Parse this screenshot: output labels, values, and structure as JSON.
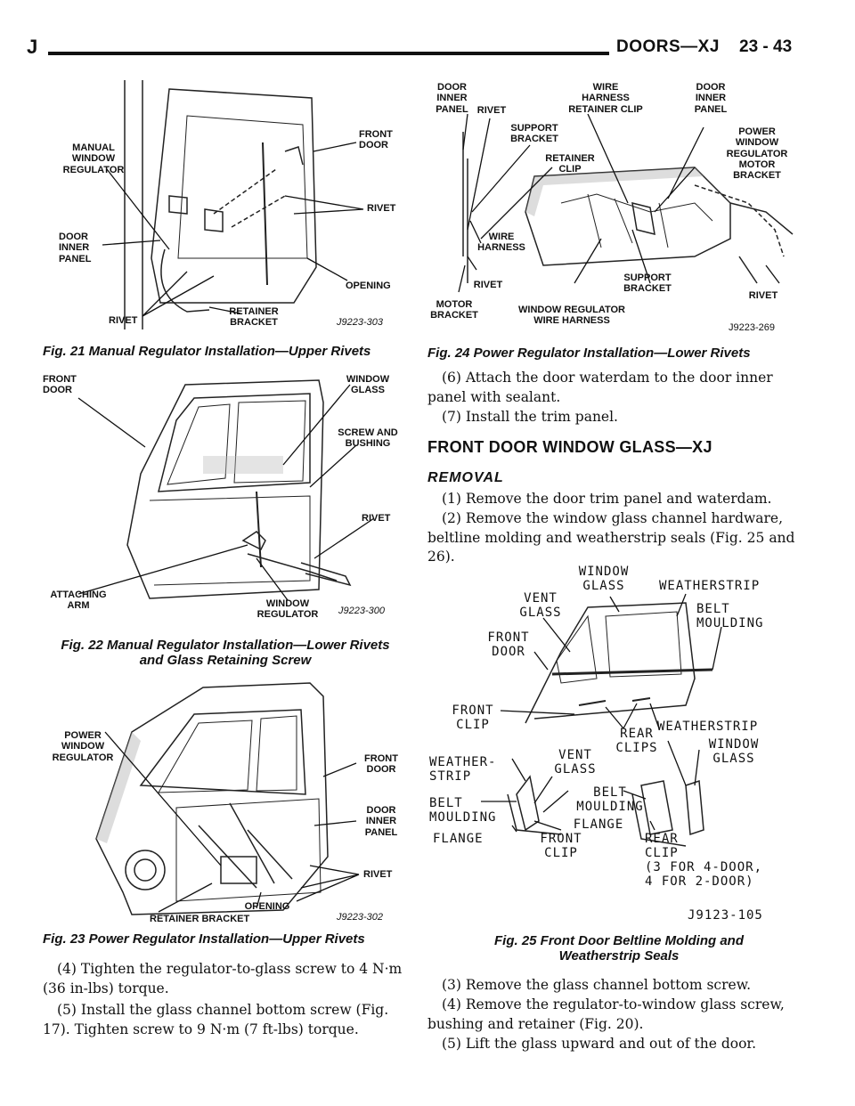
{
  "header": {
    "letter": "J",
    "title": "DOORS—XJ",
    "page": "23 - 43"
  },
  "fig21": {
    "caption": "Fig. 21 Manual Regulator Installation—Upper Rivets",
    "labels": {
      "manual_window_regulator": "MANUAL\nWINDOW\nREGULATOR",
      "front_door": "FRONT\nDOOR",
      "rivet_right": "RIVET",
      "door_inner_panel": "DOOR\nINNER\nPANEL",
      "opening": "OPENING",
      "rivet_bottom": "RIVET",
      "retainer_bracket": "RETAINER\nBRACKET",
      "code": "J9223-303"
    }
  },
  "fig22": {
    "caption": "Fig. 22 Manual Regulator Installation—Lower Rivets\nand Glass Retaining Screw",
    "labels": {
      "front_door": "FRONT\nDOOR",
      "window_glass": "WINDOW\nGLASS",
      "screw_and_bushing": "SCREW AND\nBUSHING",
      "rivet": "RIVET",
      "attaching_arm": "ATTACHING\nARM",
      "window_regulator": "WINDOW\nREGULATOR",
      "code": "J9223-300"
    }
  },
  "fig23": {
    "caption": "Fig. 23 Power Regulator Installation—Upper Rivets",
    "labels": {
      "power_window_regulator": "POWER\nWINDOW\nREGULATOR",
      "front_door": "FRONT\nDOOR",
      "door_inner_panel": "DOOR\nINNER\nPANEL",
      "rivet": "RIVET",
      "opening": "OPENING",
      "retainer_bracket": "RETAINER BRACKET",
      "code": "J9223-302"
    }
  },
  "fig24": {
    "caption": "Fig. 24 Power Regulator Installation—Lower Rivets",
    "labels": {
      "door_inner_panel_left": "DOOR\nINNER\nPANEL",
      "rivet_top": "RIVET",
      "support_bracket_top": "SUPPORT\nBRACKET",
      "wire_harness_retainer_clip": "WIRE\nHARNESS\nRETAINER CLIP",
      "door_inner_panel_right": "DOOR\nINNER\nPANEL",
      "power_window_regulator_motor_bracket": "POWER\nWINDOW\nREGULATOR\nMOTOR\nBRACKET",
      "retainer_clip": "RETAINER\nCLIP",
      "wire_harness": "WIRE\nHARNESS",
      "rivet_mid": "RIVET",
      "support_bracket_bottom": "SUPPORT\nBRACKET",
      "motor_bracket": "MOTOR\nBRACKET",
      "window_regulator_wire_harness": "WINDOW REGULATOR\nWIRE HARNESS",
      "rivet_right": "RIVET",
      "code": "J9223-269"
    }
  },
  "fig25": {
    "caption": "Fig. 25 Front Door Beltline Molding and\nWeatherstrip Seals",
    "labels": {
      "window_glass_top": "WINDOW\nGLASS",
      "weatherstrip_top": "WEATHERSTRIP",
      "vent_glass_top": "VENT\nGLASS",
      "belt_moulding_top": "BELT\nMOULDING",
      "front_door": "FRONT\nDOOR",
      "front_clip_top": "FRONT\nCLIP",
      "rear_clips": "REAR\nCLIPS",
      "weatherstrip_mid": "WEATHERSTRIP",
      "window_glass_mid": "WINDOW\nGLASS",
      "weather_strip": "WEATHER-\nSTRIP",
      "vent_glass_mid": "VENT\nGLASS",
      "belt_moulding_left": "BELT\nMOULDING",
      "belt_moulding_mid": "BELT\nMOULDING",
      "flange_right": "FLANGE",
      "flange_left": "FLANGE",
      "front_clip_bottom": "FRONT\nCLIP",
      "rear_clip": "REAR\nCLIP\n(3 FOR 4-DOOR,\n4 FOR 2-DOOR)",
      "code": "J9123-105"
    }
  },
  "left_text": {
    "p1": "(4) Tighten the regulator-to-glass screw to 4 N·m (36 in-lbs) torque.",
    "p2": "(5) Install the glass channel bottom screw (Fig. 17). Tighten screw to 9 N·m (7 ft-lbs) torque."
  },
  "right_text": {
    "p1": "(6) Attach the door waterdam to the door inner panel with sealant.",
    "p2": "(7) Install the trim panel.",
    "section": "FRONT DOOR WINDOW GLASS—XJ",
    "subsection": "REMOVAL",
    "p3": "(1) Remove the door trim panel and waterdam.",
    "p4": "(2) Remove the window glass channel hardware, beltline molding and weatherstrip seals (Fig. 25 and 26).",
    "p5": "(3) Remove the glass channel bottom screw.",
    "p6": "(4) Remove the regulator-to-window glass screw, bushing and retainer (Fig. 20).",
    "p7": "(5) Lift the glass upward and out of the door."
  }
}
